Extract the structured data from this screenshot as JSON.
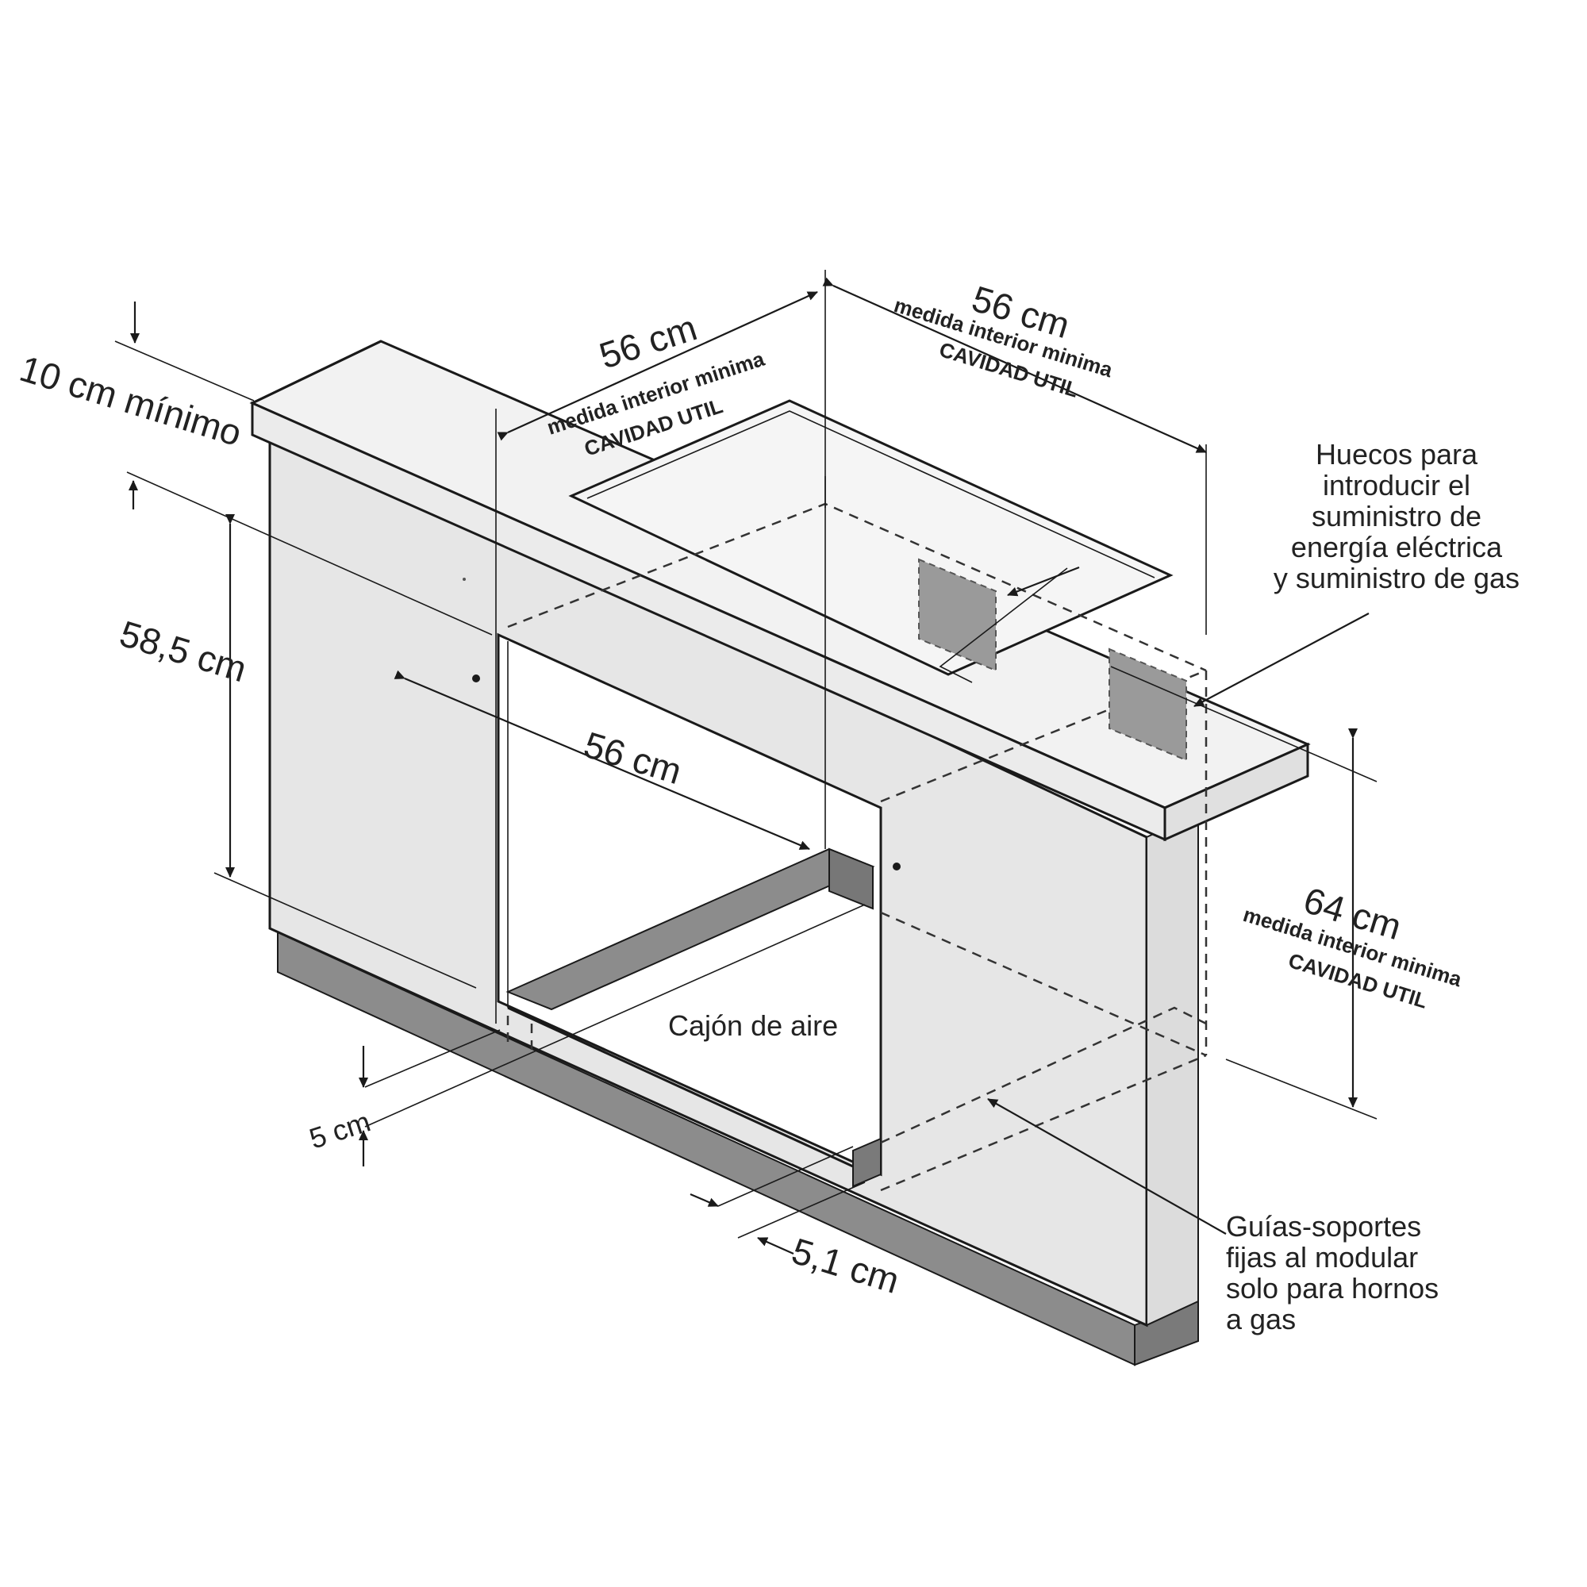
{
  "dimensions": {
    "top_margin": "10 cm mínimo",
    "height_side": "58,5 cm",
    "cavity_width_left": "56 cm",
    "cavity_depth_right": "56 cm",
    "opening_width": "56 cm",
    "cavity_height": "64 cm",
    "bottom_gap": "5 cm",
    "guide_offset": "5,1 cm"
  },
  "cavity_note": {
    "line1": "medida interior minima",
    "line2": "CAVIDAD UTIL"
  },
  "labels": {
    "air_drawer": "Cajón de aire",
    "holes": [
      "Huecos para",
      "introducir el",
      "suministro de",
      "energía eléctrica",
      "y suministro de gas"
    ],
    "guides": [
      "Guías-soportes",
      "fijas al modular",
      "solo para hornos",
      "a gas"
    ]
  },
  "colors": {
    "panel": "#e6e6e6",
    "plinth": "#8c8c8c",
    "hole": "#9a9a9a",
    "line": "#1a1a1a"
  }
}
